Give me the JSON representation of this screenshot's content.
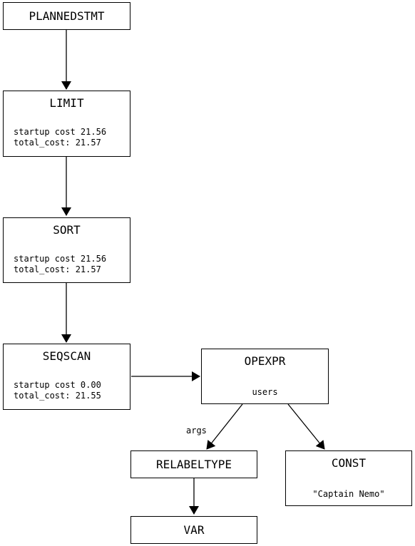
{
  "nodes": {
    "plannedstmt": {
      "title": "PLANNEDSTMT"
    },
    "limit": {
      "title": "LIMIT",
      "startup": "startup cost 21.56",
      "total": "total_cost: 21.57"
    },
    "sort": {
      "title": "SORT",
      "startup": "startup cost 21.56",
      "total": "total_cost: 21.57"
    },
    "seqscan": {
      "title": "SEQSCAN",
      "startup": "startup cost 0.00",
      "total": "total_cost: 21.55"
    },
    "opexpr": {
      "title": "OPEXPR",
      "detail": "users"
    },
    "relabeltype": {
      "title": "RELABELTYPE"
    },
    "const": {
      "title": "CONST",
      "detail": "\"Captain Nemo\""
    },
    "var": {
      "title": "VAR"
    }
  },
  "edges": {
    "opexpr_args_label": "args"
  }
}
